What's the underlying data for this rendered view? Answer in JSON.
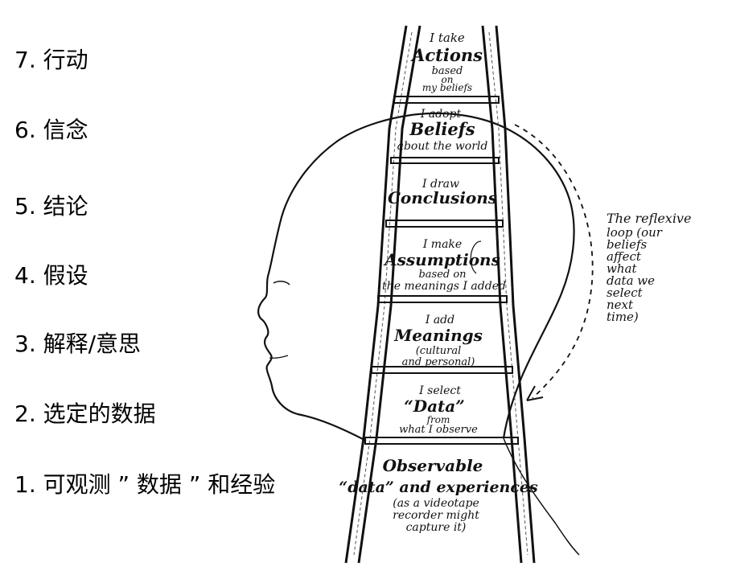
{
  "left_labels": [
    {
      "text": "7. 行动"
    },
    {
      "text": "6. 信念"
    },
    {
      "text": "5. 结论"
    },
    {
      "text": "4. 假设"
    },
    {
      "text": "3. 解释/意思"
    },
    {
      "text": "2. 选定的数据"
    },
    {
      "text": "1. 可观测 ” 数据 ” 和经验"
    }
  ],
  "rungs": [
    {
      "small": "I take",
      "big": "Actions",
      "sub1": "based",
      "sub2": "on",
      "sub3": "my beliefs"
    },
    {
      "small": "I adopt",
      "big": "Beliefs",
      "sub1": "about the world"
    },
    {
      "small": "I draw",
      "big": "Conclusions"
    },
    {
      "small": "I make",
      "big": "Assumptions",
      "sub1": "based on",
      "sub2": "the meanings I added"
    },
    {
      "small": "I add",
      "big": "Meanings",
      "sub1": "(cultural",
      "sub2": "and personal)"
    },
    {
      "small": "I select",
      "big": "“Data”",
      "sub1": "from",
      "sub2": "what I observe"
    },
    {
      "big": "Observable",
      "big2": "“data” and experiences",
      "sub1": "(as a videotape",
      "sub2": "recorder might",
      "sub3": "capture it)"
    }
  ],
  "loop_note": [
    "The reflexive",
    "loop (our",
    "beliefs",
    "affect",
    "what",
    "data we",
    "select",
    "next",
    "time)"
  ]
}
